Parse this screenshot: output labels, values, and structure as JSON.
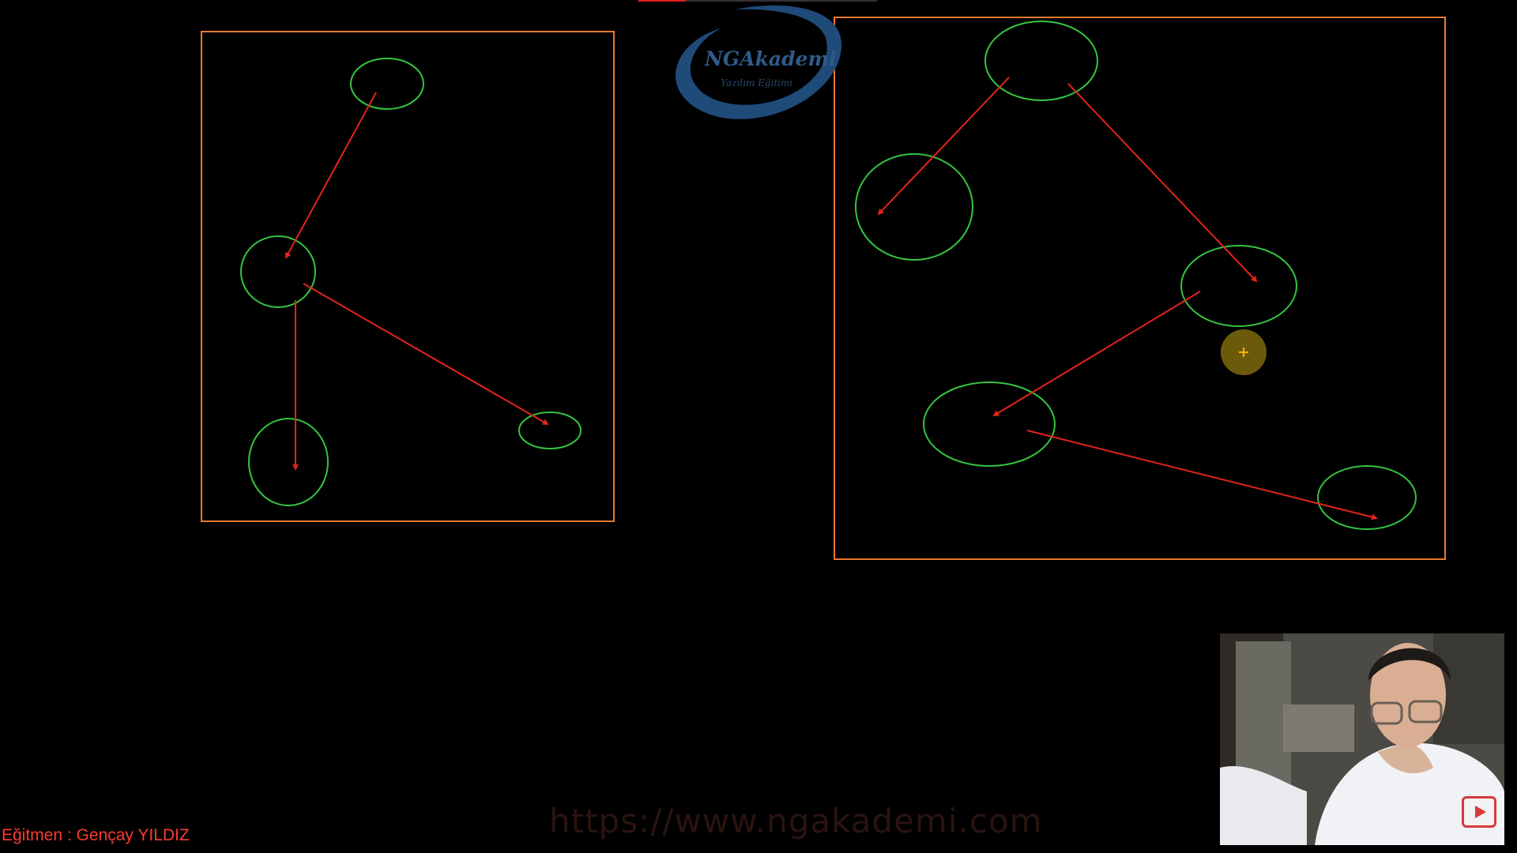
{
  "colors": {
    "frame": "#e87a2e",
    "node": "#35c440",
    "edge": "#e3231c",
    "cursor": "#6b5a0a",
    "cursor_mark": "#ffb400",
    "logo": "#2e5b8a"
  },
  "logo": {
    "title": "NGAkademi",
    "subtitle": "Yazılım Eğitimi"
  },
  "footer": {
    "instructor": "Eğitmen : Gençay YILDIZ",
    "url": "https://www.ngakademi.com"
  },
  "webcam": {
    "overlay_icon": "play-icon"
  },
  "diagrams": [
    {
      "nodes": [
        "root",
        "mid",
        "bottom-left",
        "bottom-right"
      ],
      "edges": [
        {
          "from": "root",
          "to": "mid"
        },
        {
          "from": "mid",
          "to": "bottom-left"
        },
        {
          "from": "mid",
          "to": "bottom-right"
        }
      ]
    },
    {
      "nodes": [
        "root",
        "left",
        "right",
        "mid",
        "far-right"
      ],
      "edges": [
        {
          "from": "root",
          "to": "left"
        },
        {
          "from": "root",
          "to": "right"
        },
        {
          "from": "right",
          "to": "mid"
        },
        {
          "from": "mid",
          "to": "far-right"
        }
      ]
    }
  ]
}
